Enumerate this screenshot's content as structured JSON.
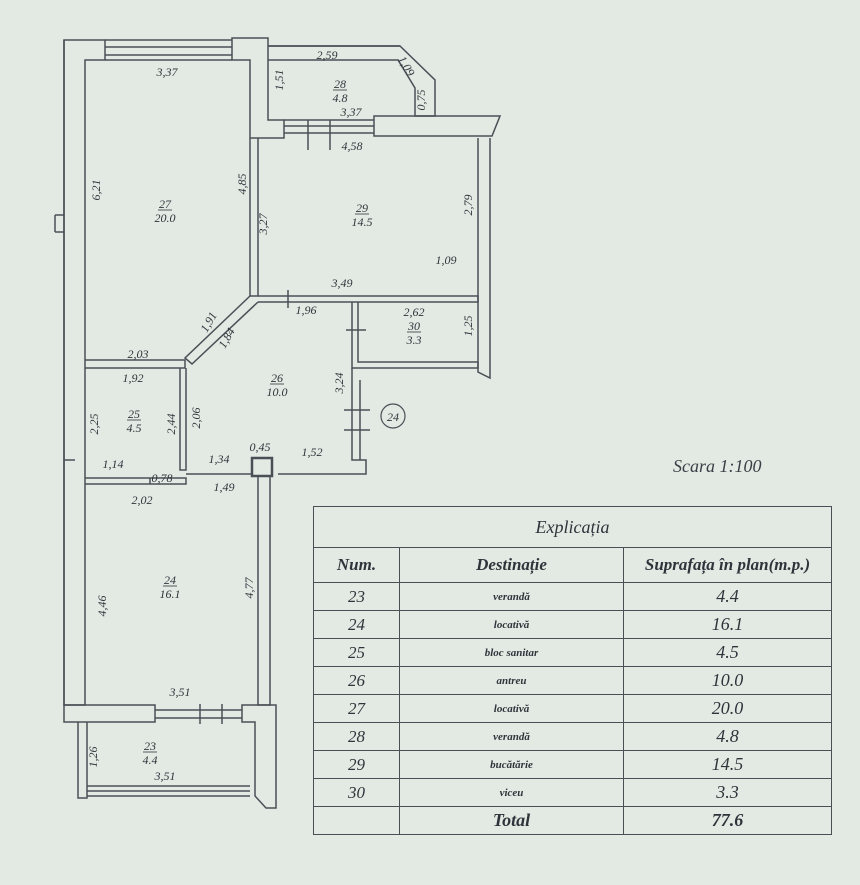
{
  "plan": {
    "badge": "24",
    "scale": "Scara 1:100",
    "rooms": [
      {
        "num": "27",
        "area": "20.0"
      },
      {
        "num": "28",
        "area": "4.8"
      },
      {
        "num": "29",
        "area": "14.5"
      },
      {
        "num": "30",
        "area": "3.3"
      },
      {
        "num": "26",
        "area": "10.0"
      },
      {
        "num": "25",
        "area": "4.5"
      },
      {
        "num": "24",
        "area": "16.1"
      },
      {
        "num": "23",
        "area": "4.4"
      }
    ],
    "dims": [
      "3,37",
      "2,59",
      "1,09",
      "1,51",
      "0,75",
      "3,37",
      "4,58",
      "6,21",
      "4,85",
      "3,27",
      "2,79",
      "1,09",
      "3,49",
      "1,91",
      "1,84",
      "1,96",
      "2,62",
      "1,25",
      "2,03",
      "1,92",
      "3,24",
      "2,25",
      "2,44",
      "2,06",
      "1,14",
      "0,78",
      "1,34",
      "0,45",
      "1,52",
      "2,02",
      "1,49",
      "4,46",
      "4,77",
      "3,51",
      "1,26",
      "3,51"
    ]
  },
  "legend": {
    "title": "Explicația",
    "headers": {
      "num": "Num.",
      "dest": "Destinație",
      "area": "Suprafața în plan(m.p.)"
    },
    "rows": [
      {
        "num": "23",
        "dest": "verandă",
        "area": "4.4"
      },
      {
        "num": "24",
        "dest": "locativă",
        "area": "16.1"
      },
      {
        "num": "25",
        "dest": "bloc sanitar",
        "area": "4.5"
      },
      {
        "num": "26",
        "dest": "antreu",
        "area": "10.0"
      },
      {
        "num": "27",
        "dest": "locativă",
        "area": "20.0"
      },
      {
        "num": "28",
        "dest": "verandă",
        "area": "4.8"
      },
      {
        "num": "29",
        "dest": "bucătărie",
        "area": "14.5"
      },
      {
        "num": "30",
        "dest": "viceu",
        "area": "3.3"
      }
    ],
    "total_label": "Total",
    "total_value": "77.6"
  }
}
